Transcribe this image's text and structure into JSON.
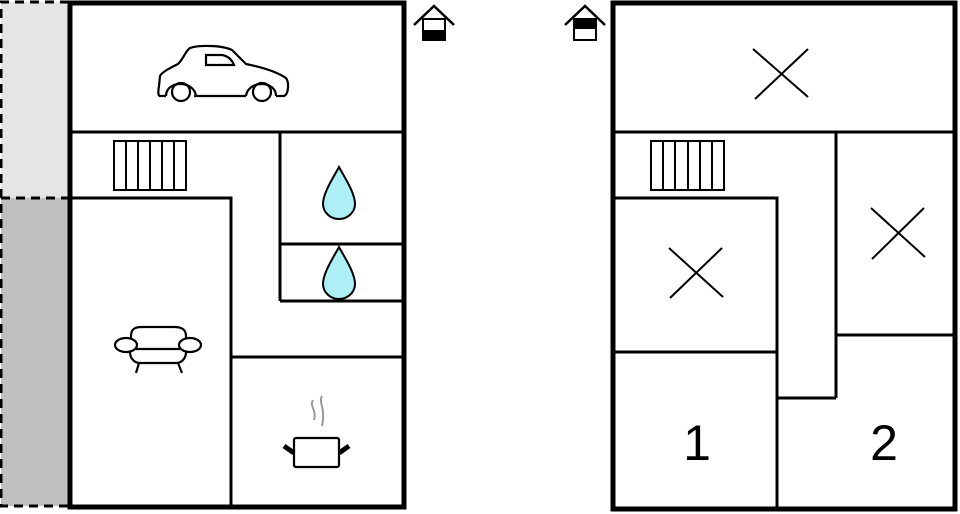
{
  "diagram": {
    "type": "floor-plan",
    "colors": {
      "wall": "#000000",
      "terrace_light": "#e5e5e5",
      "terrace_dark": "#c0c0c0",
      "water_drop": "#aeeef5",
      "steam": "#999999"
    },
    "ground_floor": {
      "floor_icon": "house-ground-floor-icon",
      "rooms": [
        {
          "name": "garage",
          "icon": "car-icon"
        },
        {
          "name": "stairs",
          "icon": "stairs-icon"
        },
        {
          "name": "bathroom-1",
          "icon": "water-drop-icon"
        },
        {
          "name": "bathroom-2",
          "icon": "water-drop-icon"
        },
        {
          "name": "living-room",
          "icon": "armchair-icon"
        },
        {
          "name": "kitchen",
          "icon": "cooking-pot-icon"
        }
      ],
      "outdoor": {
        "name": "terrace",
        "style": "dashed"
      }
    },
    "upper_floor": {
      "floor_icon": "house-upper-floor-icon",
      "rooms": [
        {
          "name": "room-x-top",
          "icon": "cross-icon"
        },
        {
          "name": "stairs",
          "icon": "stairs-icon"
        },
        {
          "name": "room-x-left",
          "icon": "cross-icon"
        },
        {
          "name": "room-x-right",
          "icon": "cross-icon"
        },
        {
          "name": "bedroom-1",
          "label": "1"
        },
        {
          "name": "bedroom-2",
          "label": "2"
        }
      ]
    }
  }
}
